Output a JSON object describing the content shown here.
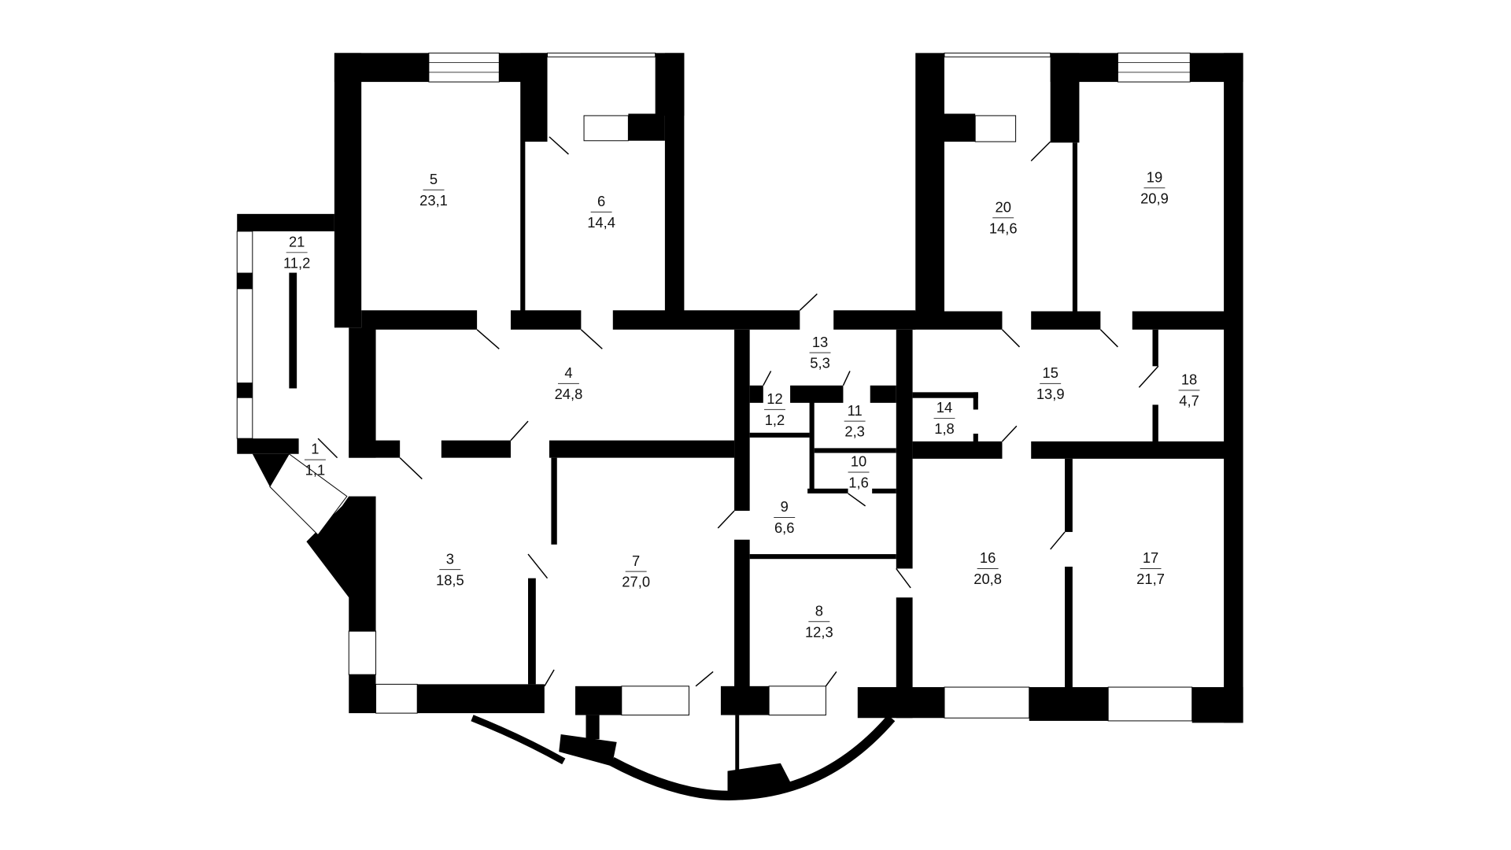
{
  "plan": {
    "wall_color": "#000000",
    "background": "#ffffff",
    "rooms": [
      {
        "number": "1",
        "area": "1,1"
      },
      {
        "number": "3",
        "area": "18,5"
      },
      {
        "number": "4",
        "area": "24,8"
      },
      {
        "number": "5",
        "area": "23,1"
      },
      {
        "number": "6",
        "area": "14,4"
      },
      {
        "number": "7",
        "area": "27,0"
      },
      {
        "number": "8",
        "area": "12,3"
      },
      {
        "number": "9",
        "area": "6,6"
      },
      {
        "number": "10",
        "area": "1,6"
      },
      {
        "number": "11",
        "area": "2,3"
      },
      {
        "number": "12",
        "area": "1,2"
      },
      {
        "number": "13",
        "area": "5,3"
      },
      {
        "number": "14",
        "area": "1,8"
      },
      {
        "number": "15",
        "area": "13,9"
      },
      {
        "number": "16",
        "area": "20,8"
      },
      {
        "number": "17",
        "area": "21,7"
      },
      {
        "number": "18",
        "area": "4,7"
      },
      {
        "number": "19",
        "area": "20,9"
      },
      {
        "number": "20",
        "area": "14,6"
      },
      {
        "number": "21",
        "area": "11,2"
      }
    ]
  }
}
